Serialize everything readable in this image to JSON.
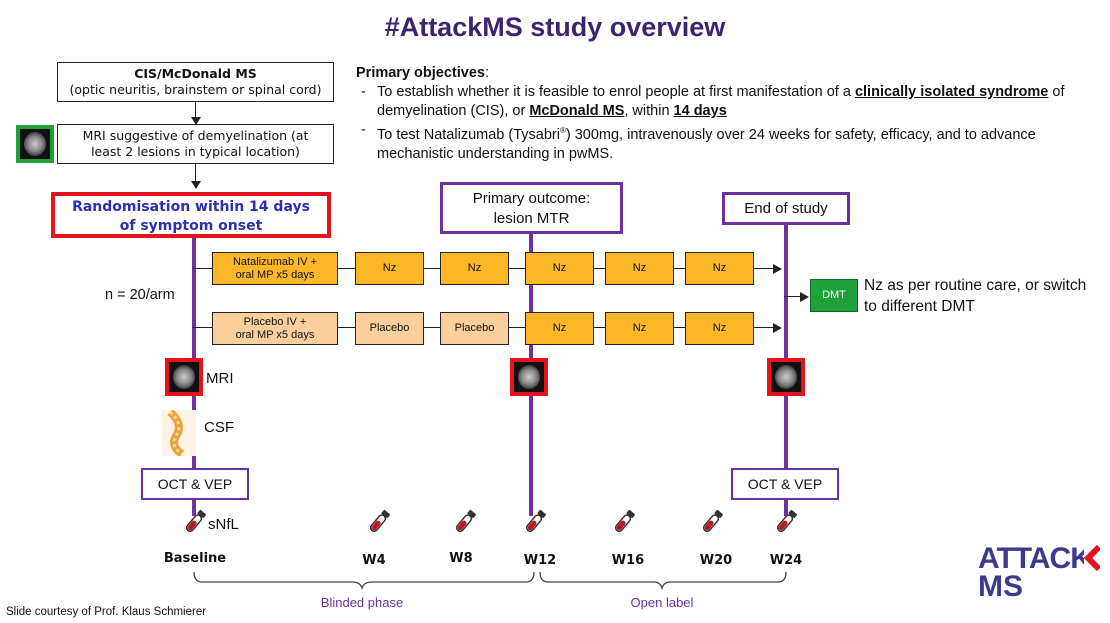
{
  "title": "#AttackMS study overview",
  "eligibility": {
    "box1_title": "CIS/McDonald MS",
    "box1_sub": "(optic neuritis, brainstem or spinal cord)",
    "box2_line1": "MRI suggestive of demyelination (at",
    "box2_line2": "least 2 lesions in typical location)"
  },
  "randomisation": {
    "line1": "Randomisation within 14 days",
    "line2": "of symptom onset"
  },
  "objectives": {
    "heading": "Primary objectives",
    "item1_pre": "To establish whether it is feasible to enrol people at first manifestation of a ",
    "item1_u1": "clinically isolated syndrome",
    "item1_mid": " of demyelination (CIS), or ",
    "item1_u2": "McDonald MS",
    "item1_mid2": ", within ",
    "item1_u3": "14 days",
    "item2_pre": "To test Natalizumab (Tysabri",
    "item2_sup": "®",
    "item2_post": ") 300mg, intravenously over 24 weeks for safety, efficacy, and to advance mechanistic understanding in pwMS."
  },
  "primary_outcome": {
    "line1": "Primary outcome:",
    "line2": "lesion MTR"
  },
  "end_of_study": "End of study",
  "n_label": "n = 20/arm",
  "arm1": {
    "start_line1": "Natalizumab IV +",
    "start_line2": "oral MP x5 days",
    "cells": [
      "Nz",
      "Nz",
      "Nz",
      "Nz",
      "Nz"
    ]
  },
  "arm2": {
    "start_line1": "Placebo IV +",
    "start_line2": "oral MP x5 days",
    "cells": [
      "Placebo",
      "Placebo",
      "Nz",
      "Nz",
      "Nz"
    ]
  },
  "dmt": {
    "label": "DMT",
    "note_line1": "Nz as per routine care, or switch",
    "note_line2": "to different DMT"
  },
  "assessments": {
    "mri": "MRI",
    "csf": "CSF",
    "oct_vep": "OCT & VEP",
    "snfl": "sNfL"
  },
  "weeks": [
    "Baseline",
    "W4",
    "W8",
    "W12",
    "W16",
    "W20",
    "W24"
  ],
  "phases": {
    "blinded": "Blinded phase",
    "open": "Open label"
  },
  "credit": "Slide courtesy of Prof. Klaus Schmierer",
  "logo": {
    "line1": "ATTACK",
    "line2": "MS"
  },
  "colors": {
    "title": "#3d2470",
    "purple": "#7030a0",
    "red": "#e3141d",
    "nz": "#fbb726",
    "placebo": "#fbcf9b",
    "green": "#1ea13a",
    "logo": "#3b3a8c",
    "logo_accent": "#e3141d"
  }
}
